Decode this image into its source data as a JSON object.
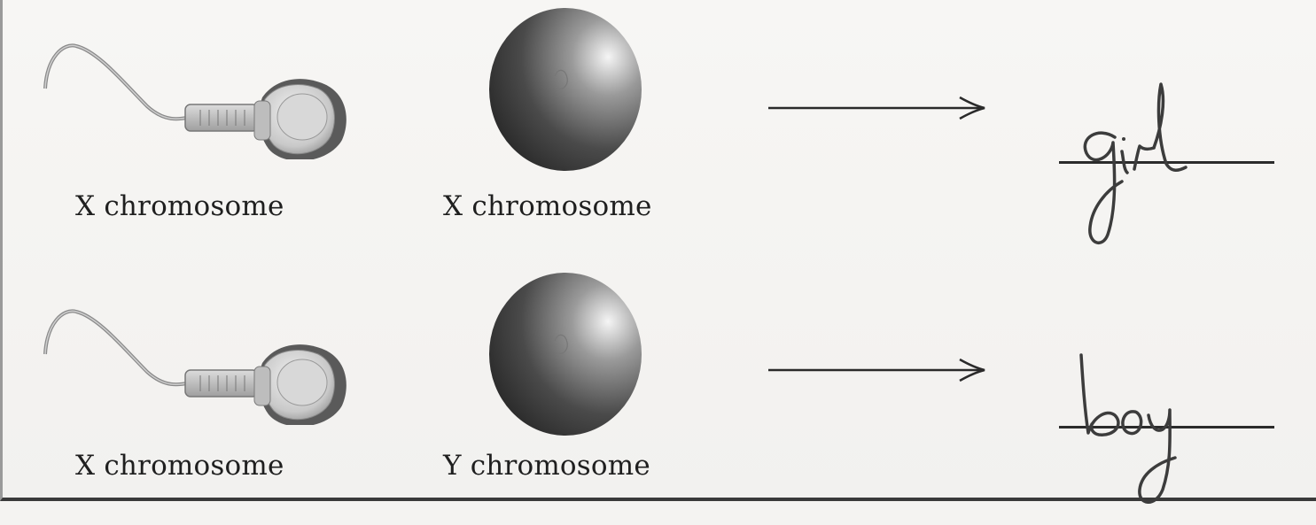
{
  "rows": [
    {
      "sperm_label": "X chromosome",
      "egg_label": "X chromosome",
      "answer": "girl"
    },
    {
      "sperm_label": "X chromosome",
      "egg_label": "Y chromosome",
      "answer": "boy"
    }
  ],
  "colors": {
    "ink": "#1f1f1f",
    "handwriting": "#3c3c3c",
    "egg_dark": "#2a2a2a",
    "sperm_body": "#cfcfcf"
  }
}
